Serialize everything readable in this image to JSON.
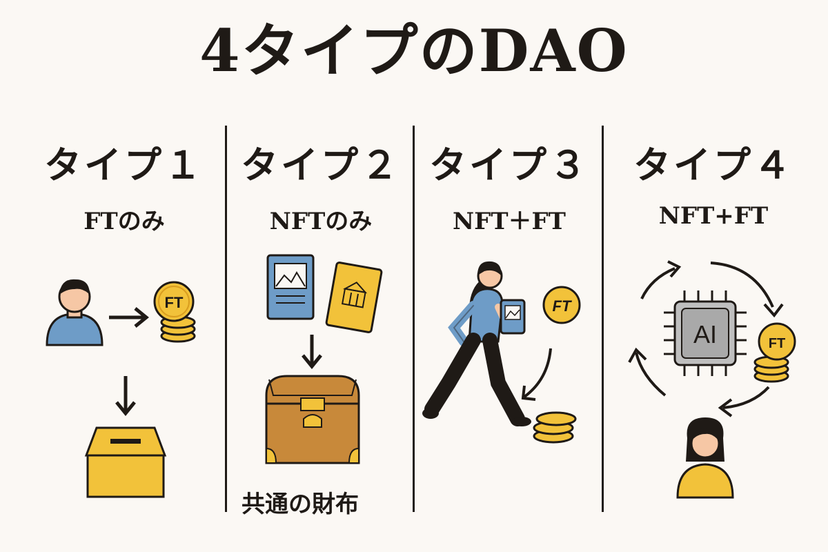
{
  "title": "4タイプのDAO",
  "columns": [
    {
      "title": "タイプ１",
      "subtitle": "FTのみ",
      "coin_label": "FT"
    },
    {
      "title": "タイプ２",
      "subtitle": "NFTのみ",
      "caption": "共通の財布"
    },
    {
      "title": "タイプ３",
      "subtitle": "NFT＋FT",
      "coin_label": "FT"
    },
    {
      "title": "タイプ４",
      "subtitle": "NFT+FT",
      "chip_label": "AI",
      "coin_label": "FT"
    }
  ],
  "colors": {
    "background": "#fbf8f4",
    "gold": "#f2c23a",
    "gold_dark": "#d99d1f",
    "blue": "#6e9cc7",
    "brown": "#c8893a",
    "ink": "#1f1a16"
  }
}
